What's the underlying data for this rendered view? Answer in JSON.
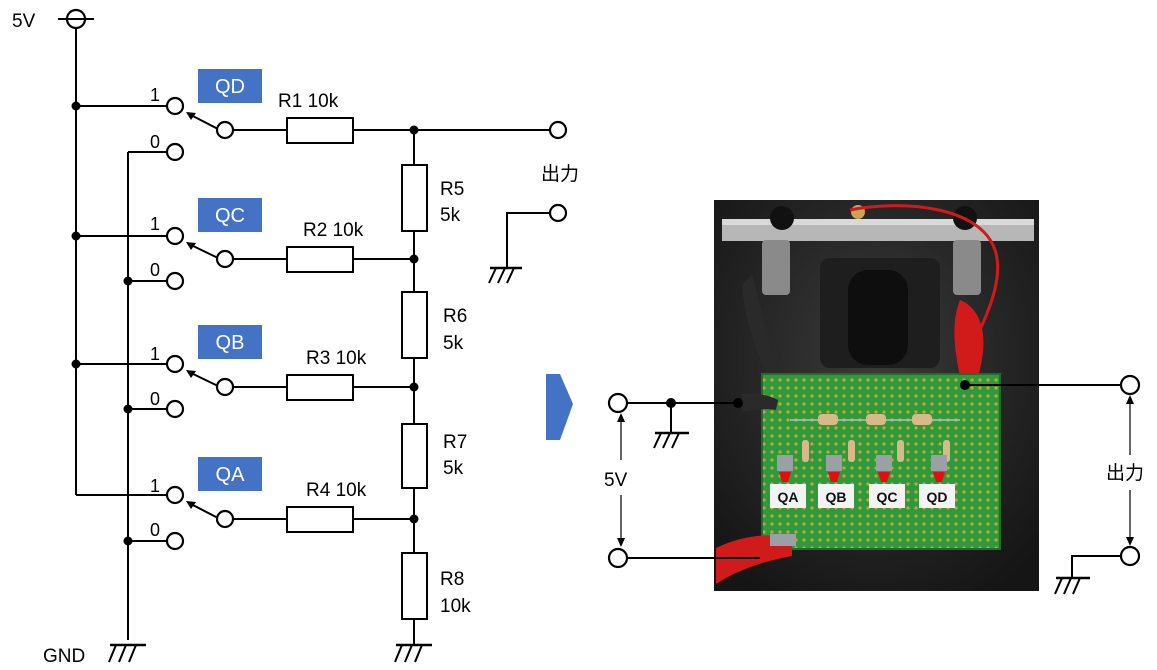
{
  "supply": {
    "label": "5V"
  },
  "ground": {
    "label": "GND"
  },
  "switches": [
    {
      "tag": "QD",
      "on_label": "1",
      "off_label": "0",
      "resistor": "R1 10k"
    },
    {
      "tag": "QC",
      "on_label": "1",
      "off_label": "0",
      "resistor": "R2 10k"
    },
    {
      "tag": "QB",
      "on_label": "1",
      "off_label": "0",
      "resistor": "R3 10k"
    },
    {
      "tag": "QA",
      "on_label": "1",
      "off_label": "0",
      "resistor": "R4 10k"
    }
  ],
  "ladder": [
    {
      "name": "R5",
      "value": "5k"
    },
    {
      "name": "R6",
      "value": "5k"
    },
    {
      "name": "R7",
      "value": "5k"
    },
    {
      "name": "R8",
      "value": "10k"
    }
  ],
  "output": {
    "label": "出力"
  },
  "photo": {
    "supply_label": "5V",
    "output_label": "出力",
    "board_labels": [
      "QA",
      "QB",
      "QC",
      "QD"
    ]
  },
  "colors": {
    "tag_fill": "#4472c4",
    "board_green": "#2e9a3a",
    "clip_red": "#d11a1a"
  }
}
